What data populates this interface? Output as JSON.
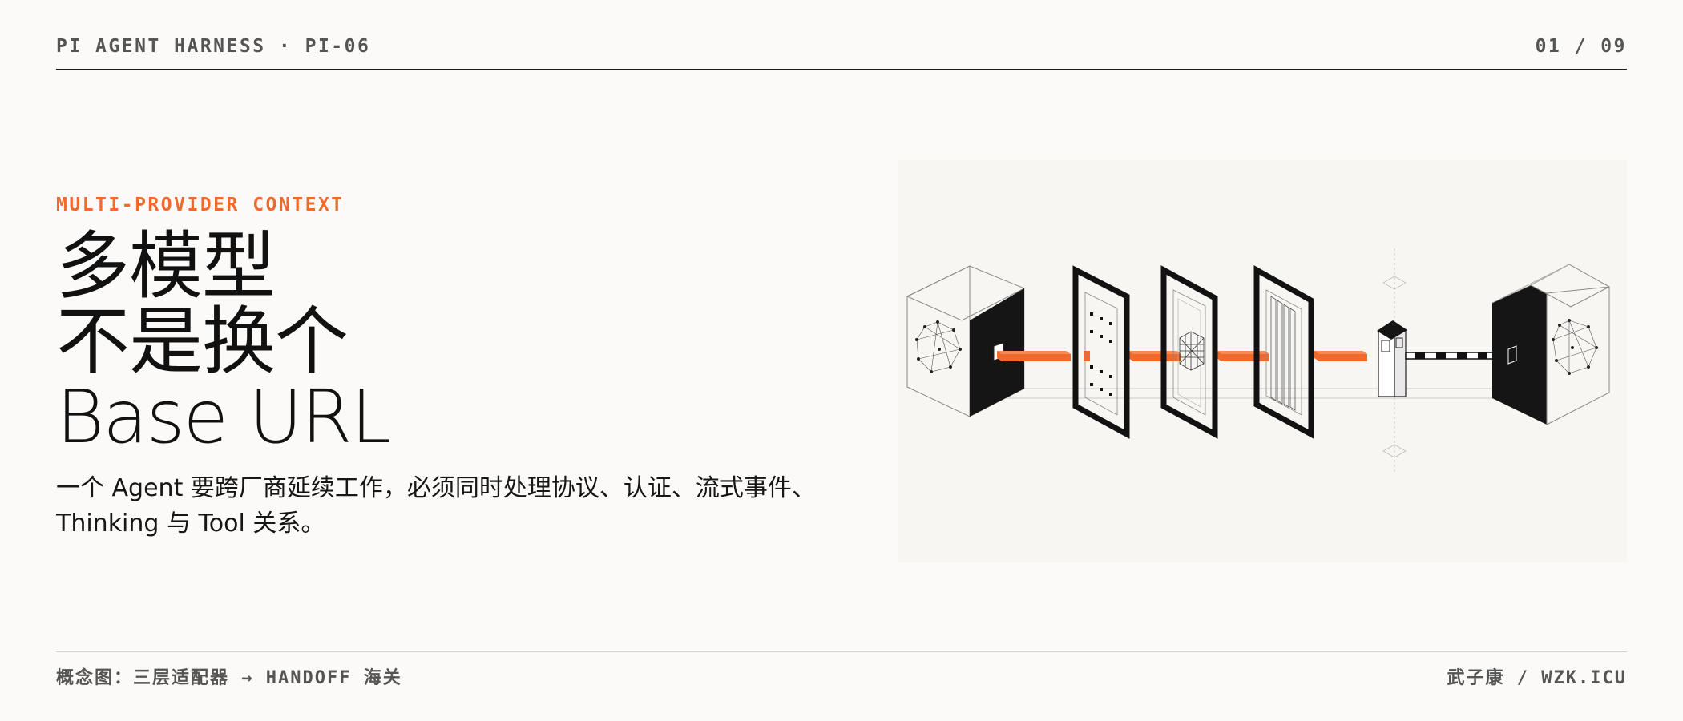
{
  "header": {
    "series": "PI AGENT HARNESS · PI-06",
    "page_indicator": "01 / 09"
  },
  "hero": {
    "eyebrow": "MULTI-PROVIDER CONTEXT",
    "title_line_1": "多模型",
    "title_line_2": "不是换个",
    "title_line_3": "Base URL",
    "body": "一个 Agent 要跨厂商延续工作，必须同时处理协议、认证、流式事件、Thinking 与 Tool 关系。"
  },
  "figure": {
    "icons": [
      "graph-cube-icon",
      "grid-panel-icon",
      "lattice-panel-icon",
      "stripe-panel-icon",
      "tollbooth-icon",
      "barrier-icon",
      "graph-cube-icon"
    ],
    "colors": {
      "accent": "#ef6a2c",
      "ink": "#121212",
      "background": "#f7f6f3"
    }
  },
  "footer": {
    "caption": "概念图：三层适配器 → HANDOFF 海关",
    "author": "武子康 / WZK.ICU"
  }
}
